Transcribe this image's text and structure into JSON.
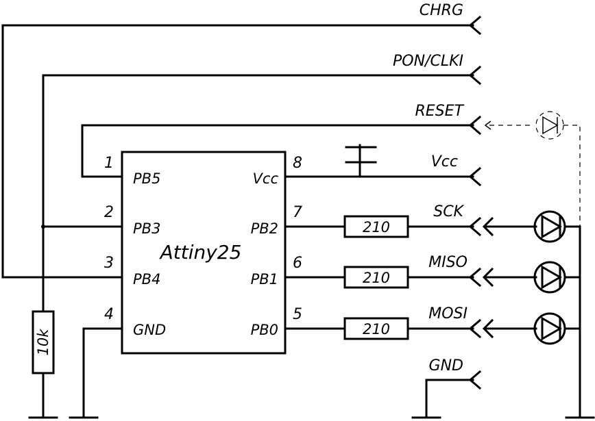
{
  "chip": {
    "name": "Attiny25",
    "left_pins": [
      {
        "num": "1",
        "name": "PB5"
      },
      {
        "num": "2",
        "name": "PB3"
      },
      {
        "num": "3",
        "name": "PB4"
      },
      {
        "num": "4",
        "name": "GND"
      }
    ],
    "right_pins": [
      {
        "num": "8",
        "name": "Vcc"
      },
      {
        "num": "7",
        "name": "PB2"
      },
      {
        "num": "6",
        "name": "PB1"
      },
      {
        "num": "5",
        "name": "PB0"
      }
    ]
  },
  "connectors": [
    "CHRG",
    "PON/CLKI",
    "RESET",
    "Vcc",
    "SCK",
    "MISO",
    "MOSI",
    "GND"
  ],
  "resistors": {
    "series": [
      "210",
      "210",
      "210"
    ],
    "pullup": "10k"
  }
}
